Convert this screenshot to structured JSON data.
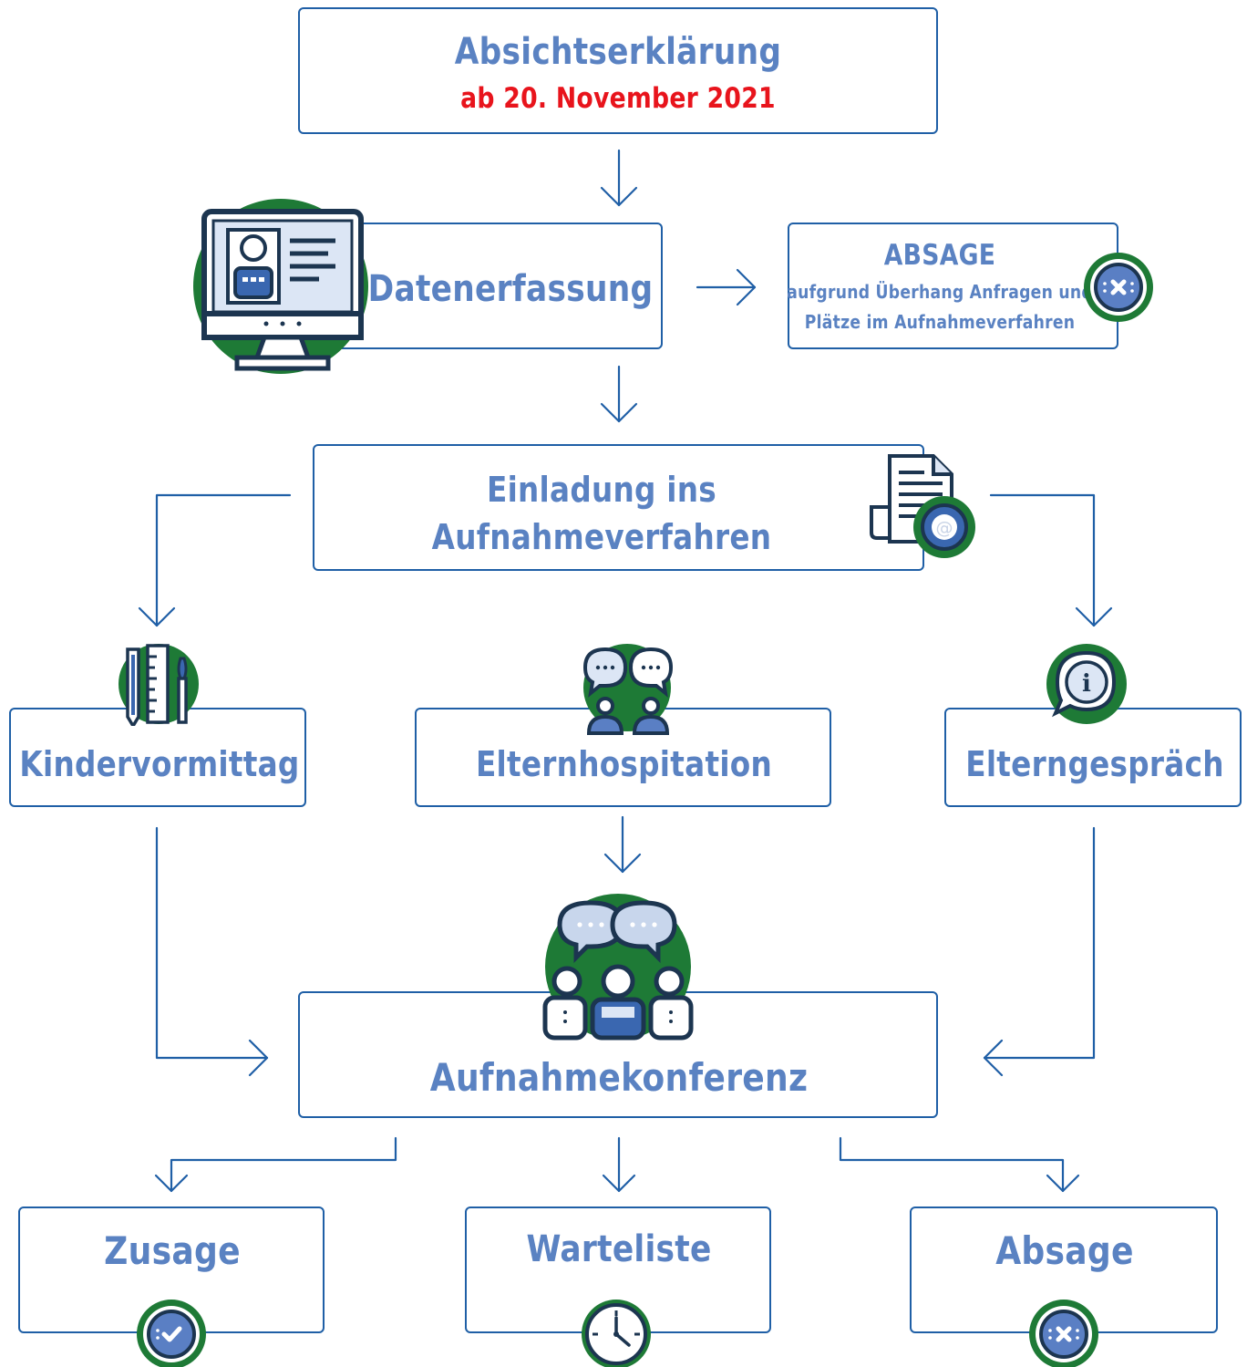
{
  "steps": {
    "absichtserklaerung": {
      "title": "Absichtserklärung",
      "date": "ab 20. November 2021"
    },
    "datenerfassung": {
      "title": "Datenerfassung"
    },
    "absage_box": {
      "title": "ABSAGE",
      "line1": "aufgrund Überhang Anfragen und",
      "line2": "Plätze im Aufnahmeverfahren"
    },
    "einladung": {
      "line1": "Einladung ins",
      "line2": "Aufnahmeverfahren"
    },
    "kindervormittag": {
      "title": "Kindervormittag"
    },
    "elternhospitation": {
      "title": "Elternhospitation"
    },
    "elterngespraech": {
      "title": "Elterngespräch"
    },
    "aufnahmekonferenz": {
      "title": "Aufnahmekonferenz"
    },
    "zusage": {
      "title": "Zusage"
    },
    "warteliste": {
      "title": "Warteliste"
    },
    "absage": {
      "title": "Absage"
    }
  },
  "colors": {
    "box_border": "#1f5fa6",
    "text": "#5a82c2",
    "accent_red": "#e8141c",
    "icon_green": "#1e7a36",
    "icon_navy": "#1c3550"
  },
  "icons": [
    "computer-profile-icon",
    "close-badge-icon",
    "document-at-icon",
    "school-supplies-icon",
    "chat-people-icon",
    "info-bubble-icon",
    "conference-icon",
    "check-badge-icon",
    "clock-icon"
  ]
}
